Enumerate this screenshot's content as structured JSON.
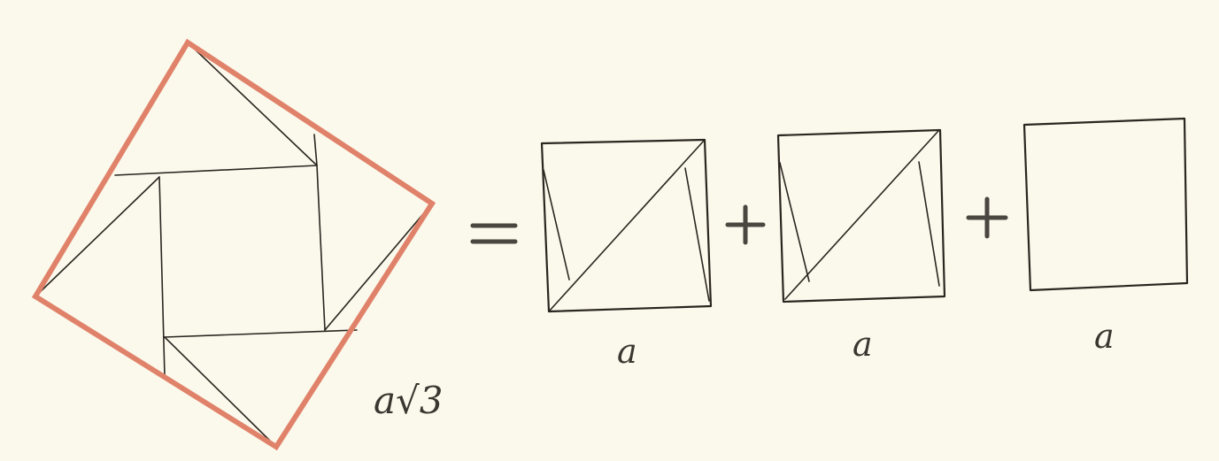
{
  "labels": {
    "big_square_side": "a√3",
    "square1_side": "a",
    "square2_side": "a",
    "square3_side": "a"
  },
  "colors": {
    "outline": "#e0826a",
    "ink": "#2a2620",
    "paper": "#fbf9ec"
  }
}
